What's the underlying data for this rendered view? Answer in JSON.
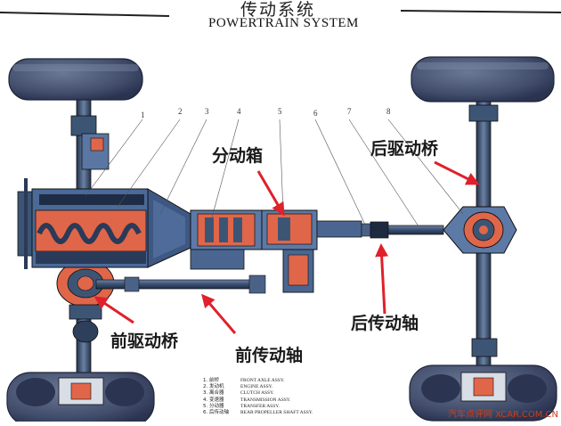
{
  "title_cn": "传动系统",
  "title_en": "POWERTRAIN SYSTEM",
  "component_numbers": [
    "1",
    "2",
    "3",
    "4",
    "5",
    "6",
    "7",
    "8"
  ],
  "callouts": {
    "transfer_case": "分动箱",
    "rear_drive_axle": "后驱动桥",
    "front_drive_axle": "前驱动桥",
    "front_drive_shaft": "前传动轴",
    "rear_drive_shaft": "后传动轴"
  },
  "legend": [
    {
      "cn": "1. 前桥",
      "en": "FRONT AXLE ASSY."
    },
    {
      "cn": "2. 发动机",
      "en": "ENGINE ASSY."
    },
    {
      "cn": "3. 离合器",
      "en": "CLUTCH ASSY."
    },
    {
      "cn": "4. 变速器",
      "en": "TRANSMISSION ASSY."
    },
    {
      "cn": "5. 分动器",
      "en": "TRANSFER ASSY."
    },
    {
      "cn": "6. 后传动轴",
      "en": "REAR PROPELLER SHAFT ASSY."
    }
  ],
  "watermark": "汽车点评网 XCAR.COM.CN",
  "colors": {
    "tire": "#44516f",
    "metal": "#3d5575",
    "engine_body": "#3f5b85",
    "cutaway": "#e0664a",
    "arrow": "#e0202a",
    "outline": "#1a1a1a"
  }
}
